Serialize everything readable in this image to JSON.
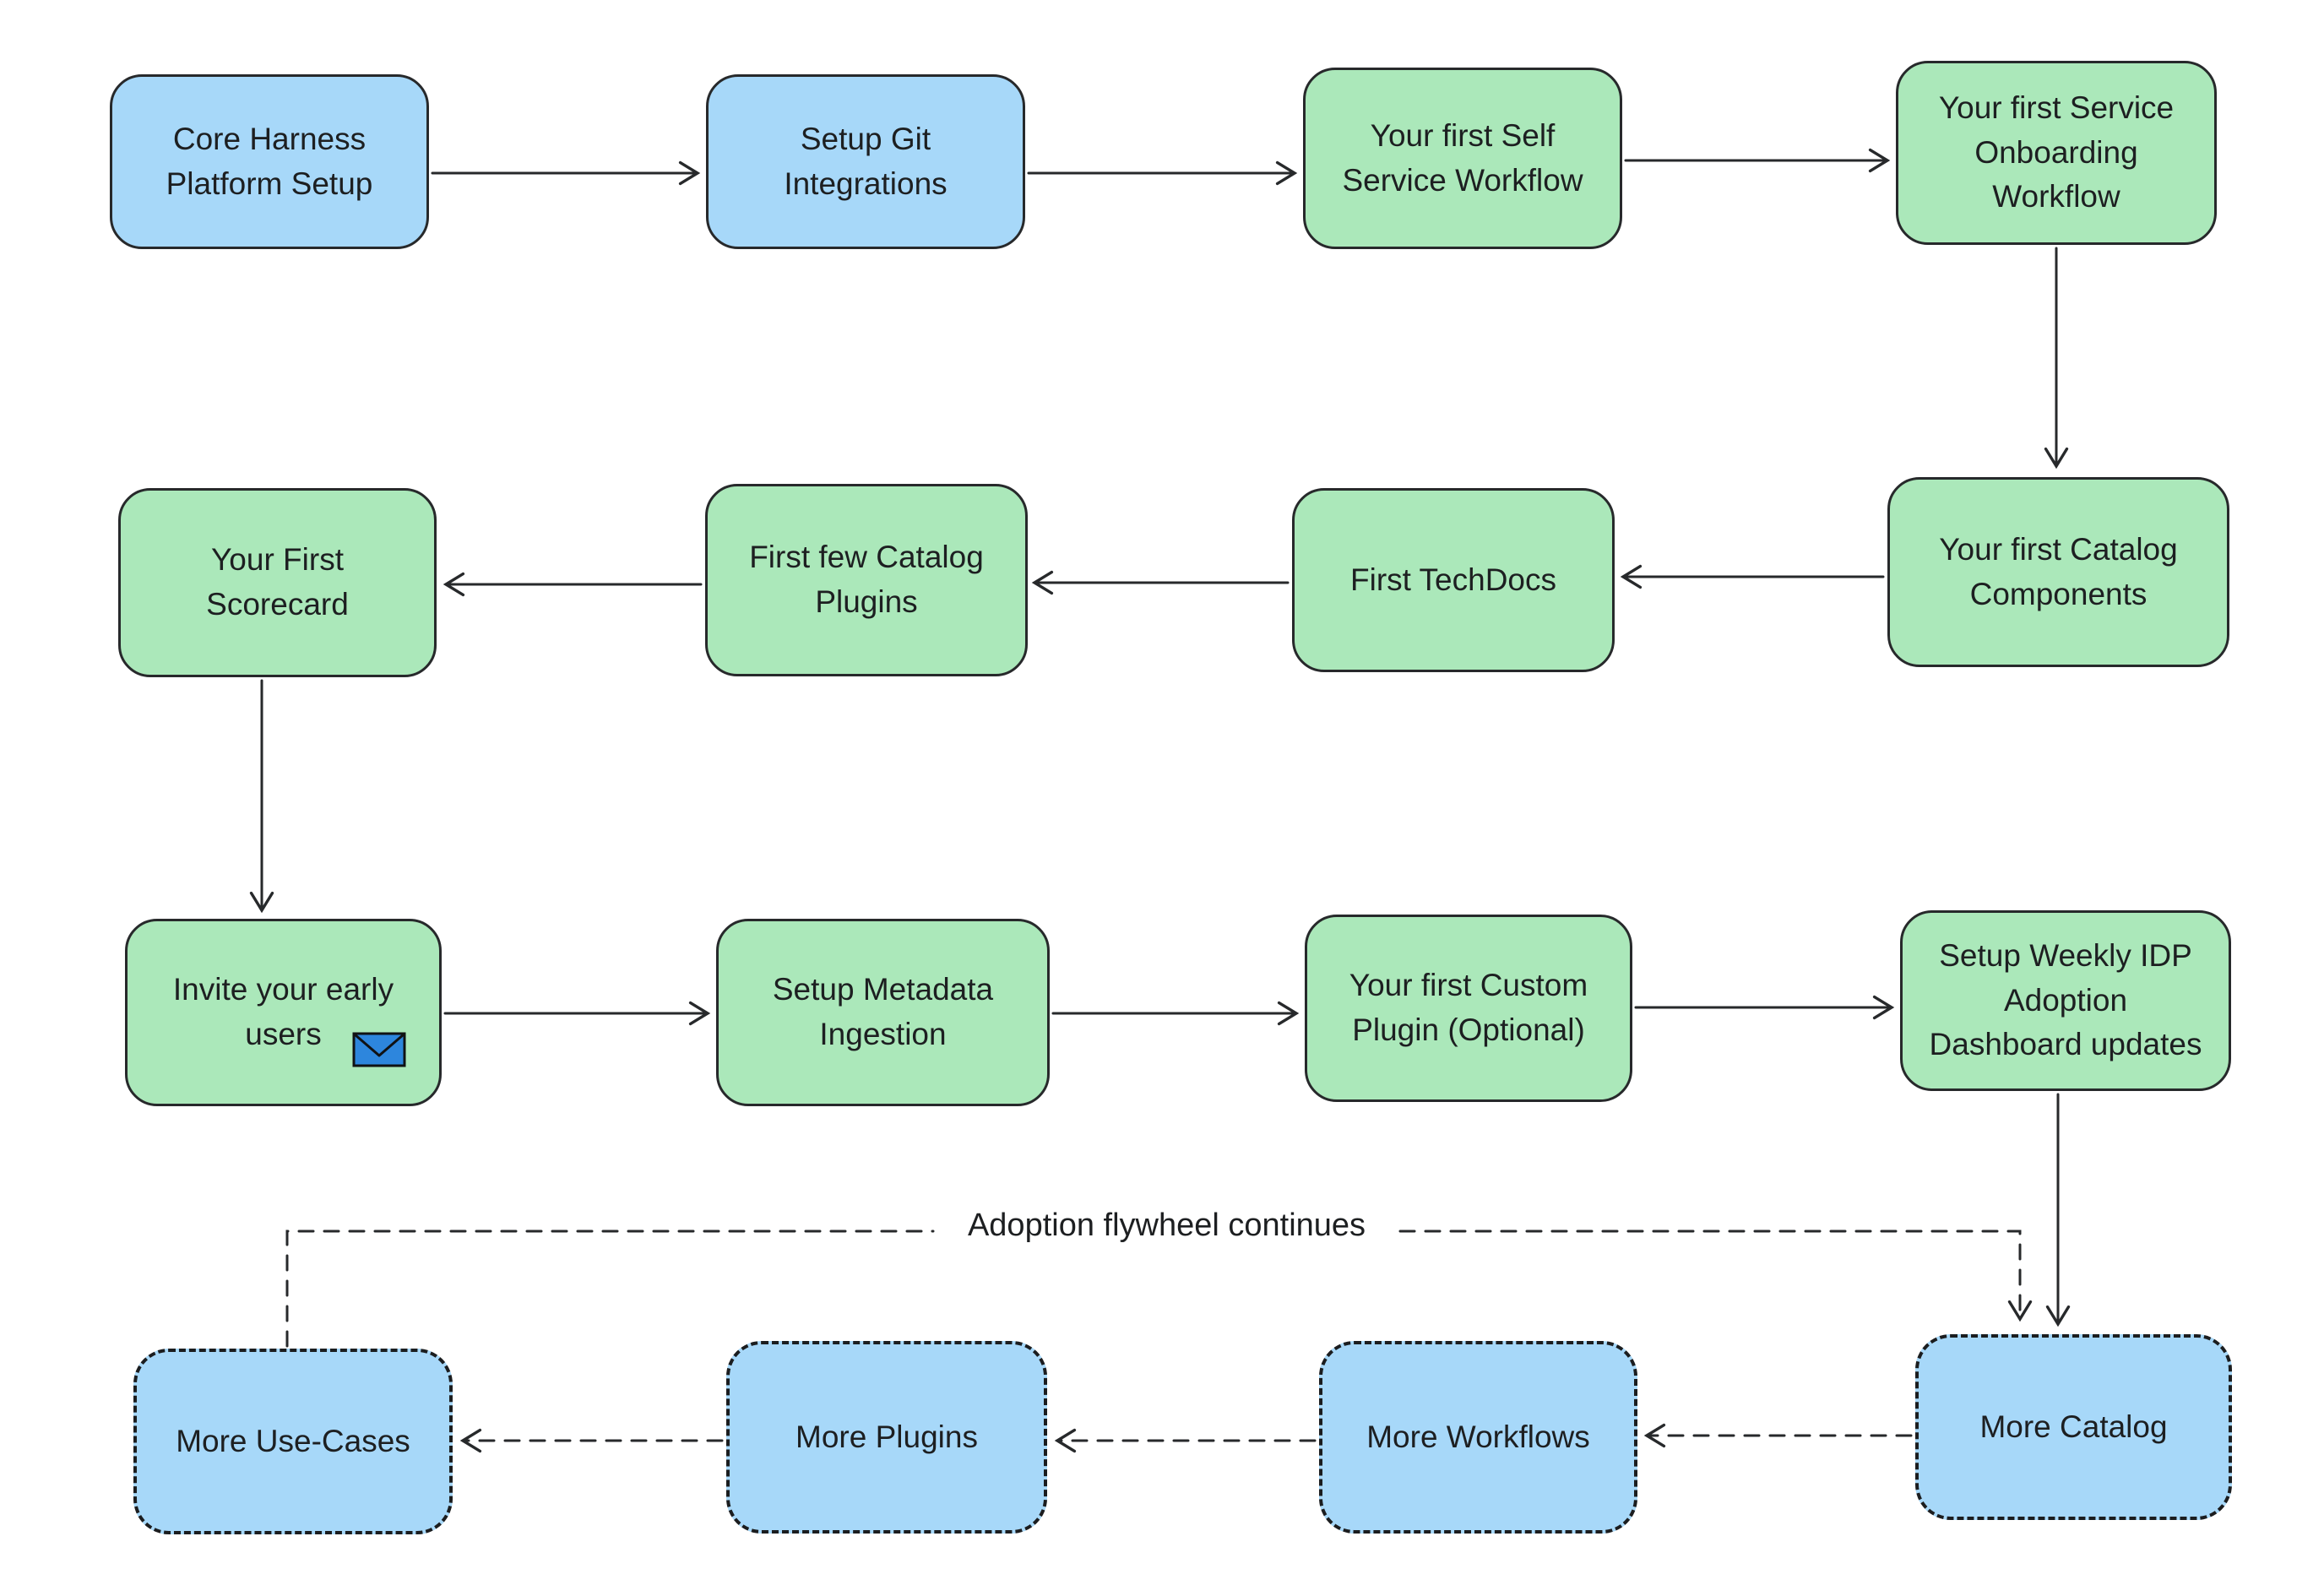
{
  "colors": {
    "node_blue": "#a7d8f9",
    "node_green": "#abe8ba",
    "stroke": "#27292b",
    "envelope_blue": "#2d86dd",
    "background": "#ffffff"
  },
  "nodes": [
    {
      "id": "core-harness-platform-setup",
      "label": "Core Harness Platform Setup",
      "variant": "blue"
    },
    {
      "id": "setup-git-integrations",
      "label": "Setup Git Integrations",
      "variant": "blue"
    },
    {
      "id": "first-self-service-workflow",
      "label": "Your first Self Service Workflow",
      "variant": "green"
    },
    {
      "id": "first-service-onboarding-workflow",
      "label": "Your first Service Onboarding Workflow",
      "variant": "green"
    },
    {
      "id": "first-catalog-components",
      "label": "Your first Catalog Components",
      "variant": "green"
    },
    {
      "id": "first-techdocs",
      "label": "First TechDocs",
      "variant": "green"
    },
    {
      "id": "first-few-catalog-plugins",
      "label": "First few Catalog Plugins",
      "variant": "green"
    },
    {
      "id": "first-scorecard",
      "label": "Your First Scorecard",
      "variant": "green"
    },
    {
      "id": "invite-early-users",
      "label": "Invite your early users",
      "variant": "green",
      "icon": "envelope-icon"
    },
    {
      "id": "setup-metadata-ingestion",
      "label": "Setup Metadata Ingestion",
      "variant": "green"
    },
    {
      "id": "first-custom-plugin",
      "label": "Your first Custom Plugin (Optional)",
      "variant": "green"
    },
    {
      "id": "weekly-idp-adoption-dashboard",
      "label": "Setup Weekly IDP Adoption Dashboard updates",
      "variant": "green"
    },
    {
      "id": "more-catalog",
      "label": "More Catalog",
      "variant": "blue-dashed"
    },
    {
      "id": "more-workflows",
      "label": "More Workflows",
      "variant": "blue-dashed"
    },
    {
      "id": "more-plugins",
      "label": "More Plugins",
      "variant": "blue-dashed"
    },
    {
      "id": "more-use-cases",
      "label": "More Use-Cases",
      "variant": "blue-dashed"
    }
  ],
  "flywheel": {
    "label": "Adoption flywheel continues"
  }
}
